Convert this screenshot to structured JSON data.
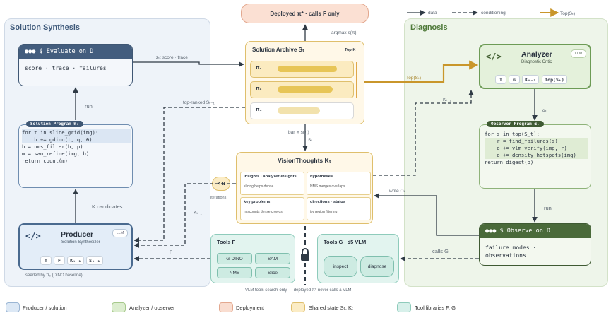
{
  "deployed": {
    "title": "Deployed π* · calls F only"
  },
  "legend_top": {
    "data": "data",
    "conditioning": "conditioning",
    "top": "Top(Sₜ)"
  },
  "synthesis": {
    "title": "Solution Synthesis",
    "evaluate": {
      "title": "●●● $ Evaluate on D",
      "body": "score · trace · failures"
    },
    "program": {
      "tag": "Solution Program πₜ",
      "lines": [
        "for t in slice_grid(img):",
        "    b += gdino(t, q, θ)",
        "b = nms_filter(b, p)",
        "m = sam_refine(img, b)",
        "return count(m)"
      ]
    },
    "producer": {
      "title": "Producer",
      "subtitle": "Solution Synthesizer",
      "llm": "LLM",
      "chips": [
        "T",
        "F",
        "Kₜ₋₁",
        "Sₜ₋₁"
      ],
      "seed": "seeded by π₀ (DINO baseline)"
    }
  },
  "archive": {
    "title": "Solution Archive Sₜ",
    "topk": "Top-K",
    "rows": [
      "π₁",
      "π₂",
      "π₃"
    ],
    "bottom": "bar ∝ s(π)"
  },
  "visionthoughts": {
    "title": "VisionThoughts Kₜ",
    "cells": [
      {
        "head": "insights · analyzer-insights",
        "body": "slicing helps dense"
      },
      {
        "head": "hypotheses",
        "body": "NMS merges overlaps"
      },
      {
        "head": "key problems",
        "body": "miscounts dense crowds"
      },
      {
        "head": "directions · status",
        "body": "try region filtering"
      }
    ]
  },
  "xn": {
    "label": "× N",
    "sub": "iterations"
  },
  "tools_f": {
    "title": "Tools F",
    "items": [
      "G-DINO",
      "SAM",
      "NMS",
      "Slice"
    ]
  },
  "tools_g": {
    "title": "Tools G · ≤5 VLM",
    "items": [
      "inspect",
      "diagnose"
    ]
  },
  "note": "VLM tools search-only — deployed π* never calls a VLM",
  "diagnosis": {
    "title": "Diagnosis",
    "analyzer": {
      "title": "Analyzer",
      "subtitle": "Diagnostic Critic",
      "llm": "LLM",
      "chips": [
        "T",
        "G",
        "Kₜ₋₁",
        "Top(Sₜ)"
      ]
    },
    "program": {
      "tag": "Observer Program αₜ",
      "lines": [
        "for s in top(S_t):",
        "    r = find_failures(s)",
        "    o += vlm_verify(img, r)",
        "    o += density_hotspots(img)",
        "return digest(o)"
      ]
    },
    "observe": {
      "title": "●●● $ Observe on D",
      "body1": "failure modes ·",
      "body2": "observations"
    }
  },
  "edges": {
    "argmax": "argmax s(π)",
    "z": "zₜ: score · trace",
    "run_left": "run",
    "topranked": "top-ranked Sₜ₋₁",
    "kcand": "K candidates",
    "k_left": "Kₜ₋₁",
    "f": "F",
    "s_t": "Sₜ",
    "top_edge": "Top(Sₜ)",
    "k_right": "Kₜ₋₁",
    "alpha": "αₜ",
    "write": "write Oₜ",
    "run_right": "run",
    "callsg": "calls G"
  },
  "legend": [
    {
      "label": "Producer / solution",
      "color": "#dce8f5",
      "border": "#9bb6d4"
    },
    {
      "label": "Analyzer / observer",
      "color": "#dcedcf",
      "border": "#a7c98c"
    },
    {
      "label": "Deployment",
      "color": "#f9ddd0",
      "border": "#e3a88f"
    },
    {
      "label": "Shared state Sₜ, Kₜ",
      "color": "#fbecc5",
      "border": "#dfbf6c"
    },
    {
      "label": "Tool libraries F, G",
      "color": "#d7f0ea",
      "border": "#8ecbbb"
    }
  ]
}
